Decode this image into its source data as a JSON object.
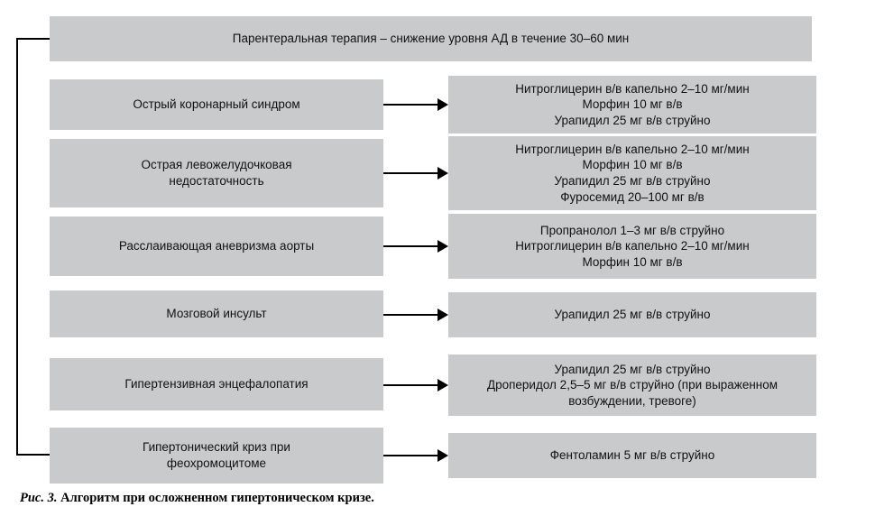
{
  "header": {
    "text": "Парентеральная терапия – снижение уровня АД в течение 30–60 мин"
  },
  "rows": [
    {
      "condition": "Острый коронарный синдром",
      "treatment": "Нитроглицерин в/в капельно 2–10 мг/мин\nМорфин 10 мг в/в\nУрапидил 25 мг в/в струйно"
    },
    {
      "condition": "Острая левожелудочковая\nнедостаточность",
      "treatment": "Нитроглицерин в/в капельно 2–10 мг/мин\nМорфин 10 мг в/в\nУрапидил 25 мг в/в струйно\nФуросемид 20–100 мг в/в"
    },
    {
      "condition": "Расслаивающая аневризма аорты",
      "treatment": "Пропранолол 1–3 мг в/в струйно\nНитроглицерин в/в капельно 2–10 мг/мин\nМорфин 10 мг в/в"
    },
    {
      "condition": "Мозговой инсульт",
      "treatment": "Урапидил 25 мг в/в струйно"
    },
    {
      "condition": "Гипертензивная энцефалопатия",
      "treatment": "Урапидил  25 мг в/в струйно\nДроперидол 2,5–5 мг в/в струйно (при выраженном возбуждении, тревоге)"
    },
    {
      "condition": "Гипертонический криз при\nфеохромоцитоме",
      "treatment": "Фентоламин 5 мг в/в струйно"
    }
  ],
  "caption": {
    "label": "Рис. 3.",
    "text": "Алгоритм при осложненном гипертоническом кризе."
  },
  "colors": {
    "box_bg": "#c9cacc",
    "line": "#000000",
    "background": "#ffffff"
  }
}
